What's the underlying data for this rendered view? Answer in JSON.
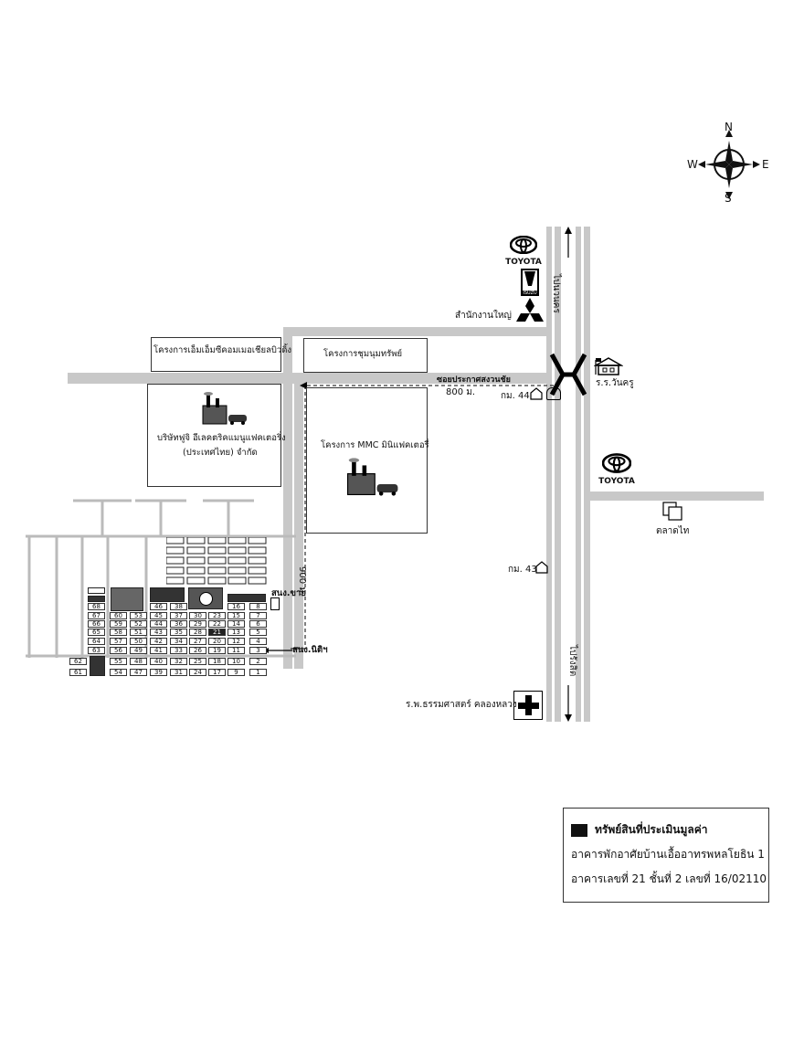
{
  "compass": {
    "n": "N",
    "s": "S",
    "e": "E",
    "w": "W"
  },
  "landmarks": {
    "toyota_top": "TOYOTA",
    "isuzu": "ISUZU",
    "mitsubishi_office": "สำนักงานใหญ่",
    "to_bangkok": "ไปนวนคร",
    "to_rangsit": "ไปรังสิต",
    "school": "ร.ร.วันครู",
    "toyota_mid": "TOYOTA",
    "market": "ตลาดไท",
    "hospital": "ร.พ.ธรรมศาสตร์ คลองหลวง",
    "km44": "กม. 44",
    "km43": "กม. 43",
    "soi_name": "ซอยประกาศสงวนชัย",
    "dist_800": "800 ม.",
    "dist_900": "900 ม.",
    "proj_mm": "โครงการเอ็มเอ็มซีคอมเมอเชียลบิวดิ้ง",
    "proj_chumnum": "โครงการชุมนุมทรัพย์",
    "fujii_line1": "บริษัทฟูจิ อีเลคตริคแมนูแฟคเตอริ่ง",
    "fujii_line2": "(ประเทศไทย) จำกัด",
    "proj_mmc": "โครงการ MMC มินิแฟคเตอรี่",
    "pool_sale": "สนง.ขาย",
    "pool_juristic": "สนง.นิติฯ"
  },
  "lots": {
    "col1": [
      "68",
      "67",
      "66",
      "65",
      "64",
      "63"
    ],
    "col2": [
      "60",
      "59",
      "58",
      "57",
      "56",
      "55"
    ],
    "col3": [
      "53",
      "52",
      "51",
      "50",
      "49",
      "48"
    ],
    "col4": [
      "46",
      "45",
      "44",
      "43",
      "42",
      "41",
      "40",
      "39"
    ],
    "col5": [
      "38",
      "37",
      "36",
      "35",
      "34",
      "33",
      "32",
      "31"
    ],
    "col6": [
      "30",
      "29",
      "28",
      "27",
      "26",
      "25",
      "24"
    ],
    "col7": [
      "23",
      "22",
      "21",
      "20",
      "19",
      "18",
      "17"
    ],
    "col8": [
      "16",
      "15",
      "14",
      "13",
      "12",
      "11",
      "10",
      "9"
    ],
    "col9": [
      "8",
      "7",
      "6",
      "5",
      "4",
      "3",
      "2",
      "1"
    ],
    "extra": [
      "62",
      "61",
      "54",
      "47"
    ]
  },
  "legend": {
    "title": "ทรัพย์สินที่ประเมินมูลค่า",
    "line1": "อาคารพักอาศัยบ้านเอื้ออาทรพหลโยธิน 1",
    "line2": "อาคารเลขที่ 21 ชั้นที่ 2 เลขที่ 16/02110"
  }
}
